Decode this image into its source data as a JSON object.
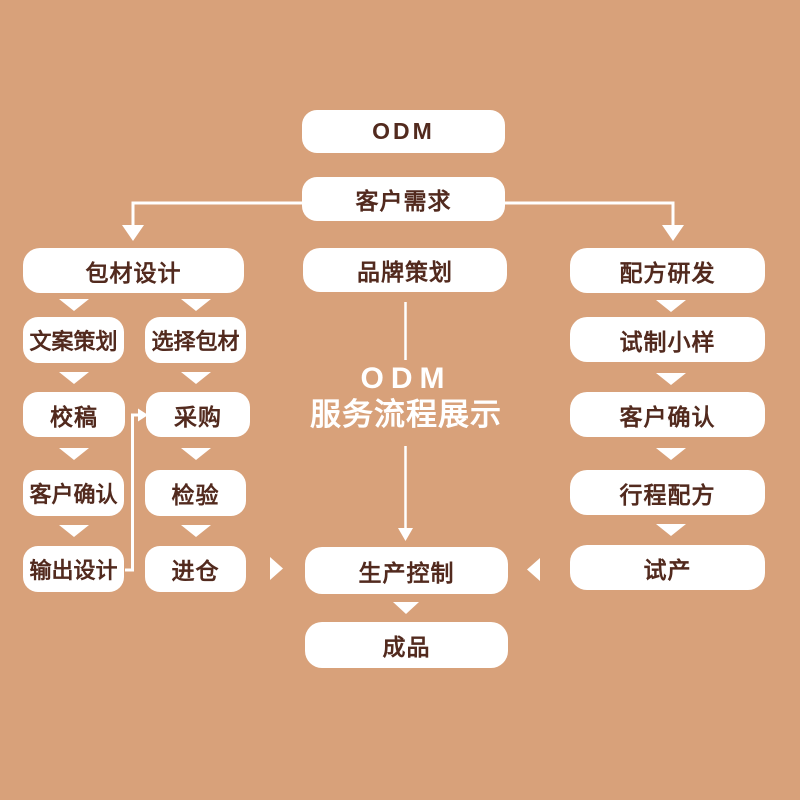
{
  "diagram": {
    "kind": "flowchart",
    "background_color": "#d8a17a",
    "node_background_color": "#ffffff",
    "node_text_color": "#522a1e",
    "connector_color": "#ffffff",
    "title_text_color": "#ffffff"
  },
  "title": {
    "line1": "ODM",
    "line2": "服务流程展示"
  },
  "nodes": {
    "odm": {
      "label": "ODM"
    },
    "customer_needs": {
      "label": "客户需求"
    },
    "packaging_design": {
      "label": "包材设计"
    },
    "brand_planning": {
      "label": "品牌策划"
    },
    "formula_rd": {
      "label": "配方研发"
    },
    "copywriting": {
      "label": "文案策划"
    },
    "select_packaging": {
      "label": "选择包材"
    },
    "trial_sample": {
      "label": "试制小样"
    },
    "proofreading": {
      "label": "校稿"
    },
    "procurement": {
      "label": "采购"
    },
    "customer_confirm_right": {
      "label": "客户确认"
    },
    "customer_confirm_left": {
      "label": "客户确认"
    },
    "inspection": {
      "label": "检验"
    },
    "schedule_formula": {
      "label": "行程配方"
    },
    "output_design": {
      "label": "输出设计"
    },
    "warehousing": {
      "label": "进仓"
    },
    "production_control": {
      "label": "生产控制"
    },
    "trial_production": {
      "label": "试产"
    },
    "finished_product": {
      "label": "成品"
    }
  }
}
